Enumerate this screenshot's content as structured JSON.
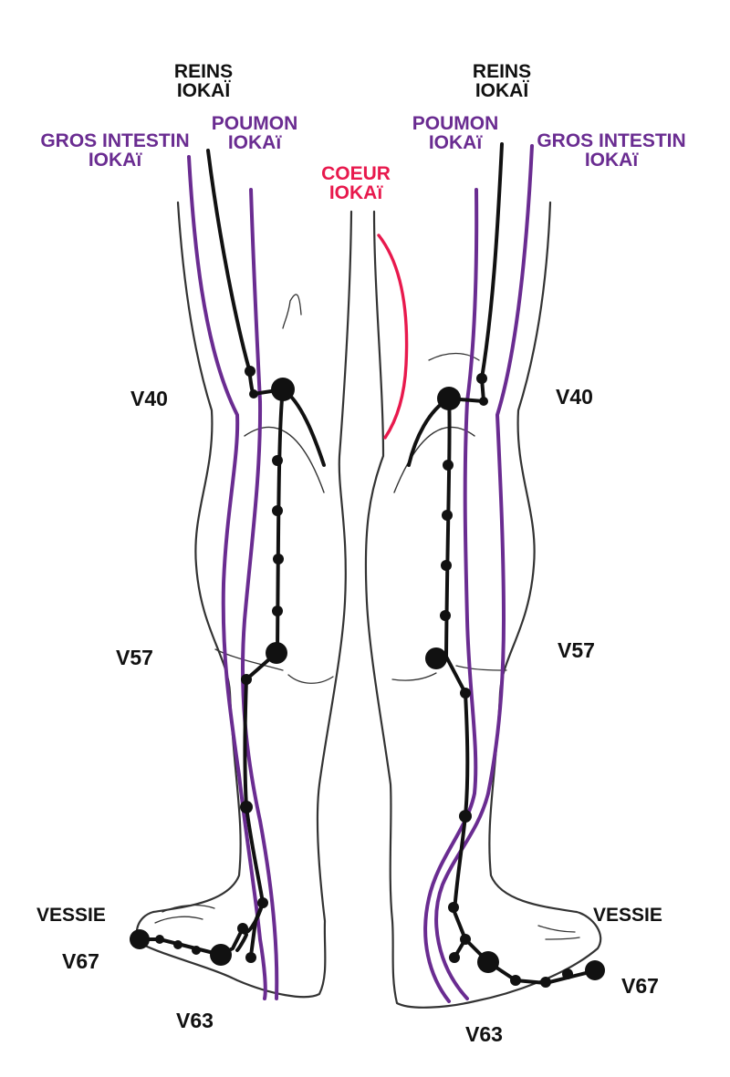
{
  "colors": {
    "outline": "#333333",
    "vessie": "#111111",
    "reins": "#111111",
    "poumon": "#6a2c91",
    "gros_intestin": "#6a2c91",
    "coeur": "#e8194d",
    "background": "#ffffff"
  },
  "left": {
    "reins": [
      "REINS",
      "IOKAÏ"
    ],
    "poumon": [
      "POUMON",
      "IOKAï"
    ],
    "gros_intestin": [
      "GROS INTESTIN",
      "IOKAï"
    ],
    "v40": "V40",
    "v57": "V57",
    "vessie": "VESSIE",
    "v67": "V67",
    "v63": "V63"
  },
  "center": {
    "coeur": [
      "COEUR",
      "IOKAï"
    ]
  },
  "right": {
    "reins": [
      "REINS",
      "IOKAÏ"
    ],
    "poumon": [
      "POUMON",
      "IOKAï"
    ],
    "gros_intestin": [
      "GROS INTESTIN",
      "IOKAï"
    ],
    "v40": "V40",
    "v57": "V57",
    "vessie": "VESSIE",
    "v67": "V67",
    "v63": "V63"
  }
}
